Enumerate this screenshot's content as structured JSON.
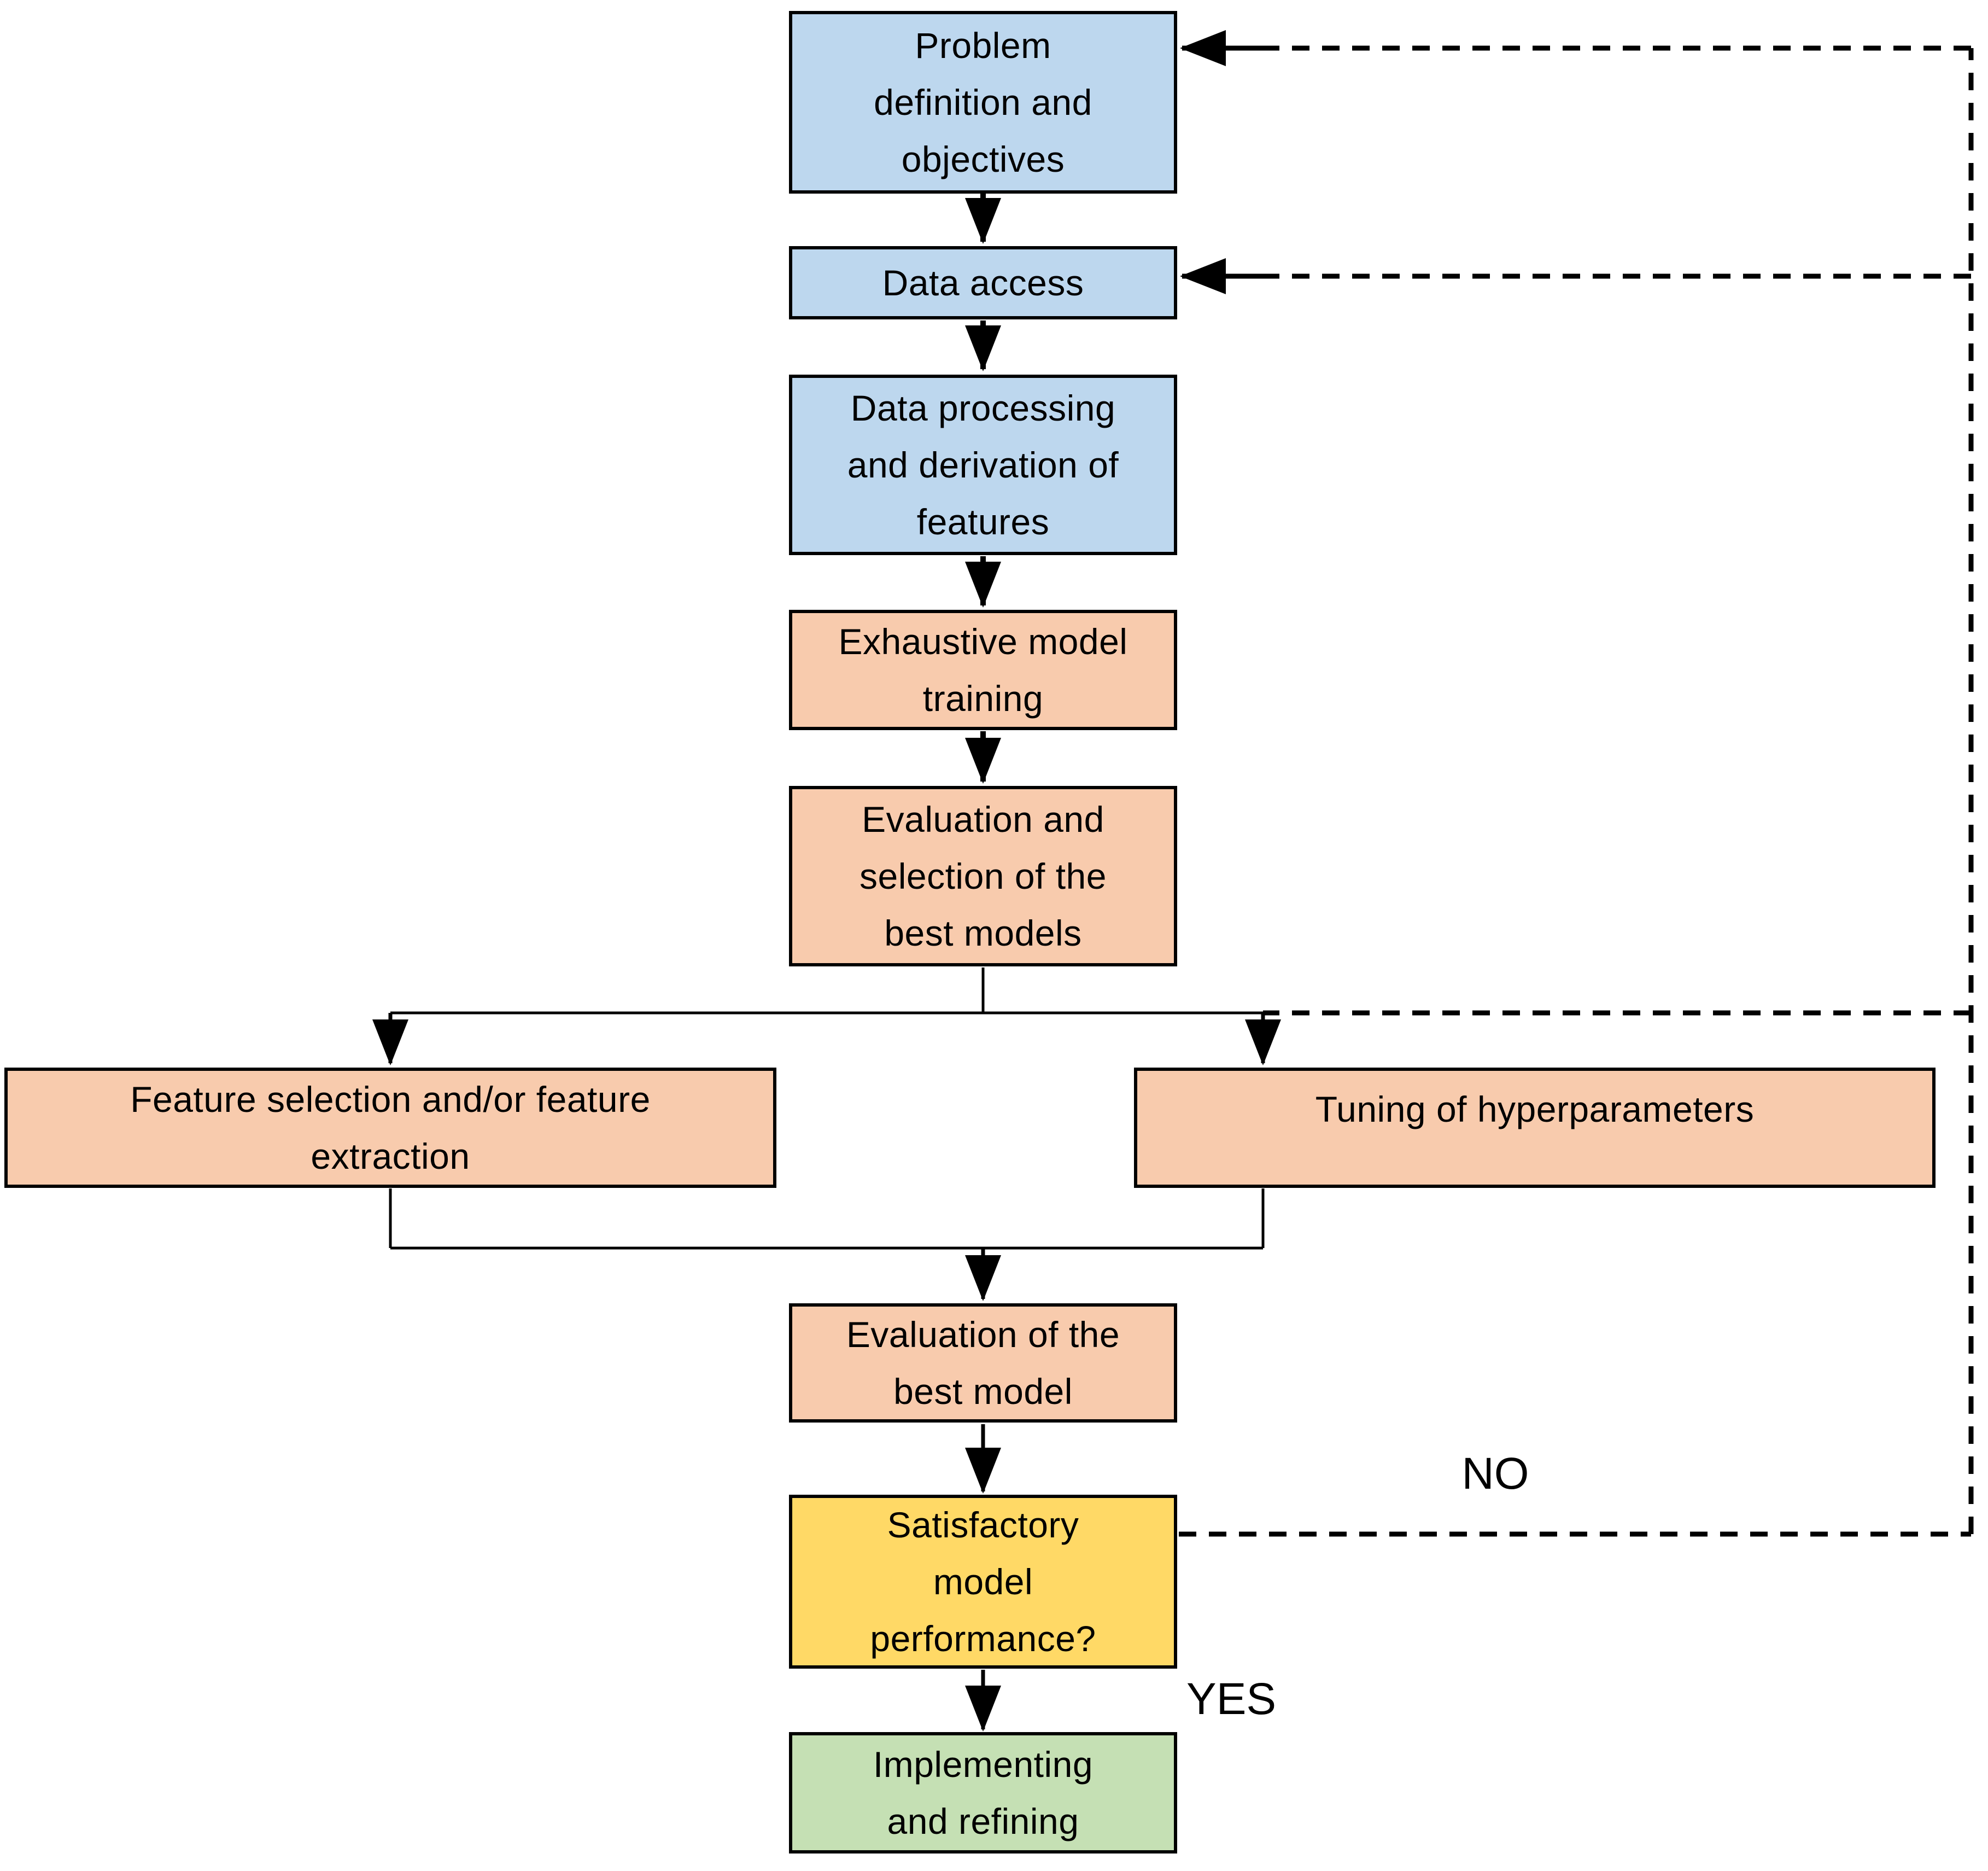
{
  "figure": {
    "type": "flowchart",
    "description": "Machine learning workflow flowchart with feedback loops",
    "background": "#ffffff",
    "line_color": "#000000"
  },
  "palette": {
    "blue": "#BDD7EE",
    "orange": "#F8CBAD",
    "yellow": "#FFD966",
    "green": "#C5E0B4"
  },
  "nodes": [
    {
      "id": "problem-definition",
      "label": "Problem\ndefinition and\nobjectives",
      "fill": "#BDD7EE"
    },
    {
      "id": "data-access",
      "label": "Data access",
      "fill": "#BDD7EE"
    },
    {
      "id": "data-processing",
      "label": "Data processing\nand derivation of\nfeatures",
      "fill": "#BDD7EE"
    },
    {
      "id": "exhaustive-training",
      "label": "Exhaustive model\ntraining",
      "fill": "#F8CBAD"
    },
    {
      "id": "evaluation-selection",
      "label": "Evaluation and\nselection of the\nbest models",
      "fill": "#F8CBAD"
    },
    {
      "id": "feature-selection",
      "label": "Feature selection and/or feature\nextraction",
      "fill": "#F8CBAD"
    },
    {
      "id": "hyperparameter-tuning",
      "label": "Tuning of hyperparameters",
      "fill": "#F8CBAD"
    },
    {
      "id": "evaluation-best-model",
      "label": "Evaluation of the\nbest model",
      "fill": "#F8CBAD"
    },
    {
      "id": "satisfactory-check",
      "label": "Satisfactory\nmodel\nperformance?",
      "fill": "#FFD966"
    },
    {
      "id": "implementing-refining",
      "label": "Implementing\nand refining",
      "fill": "#C5E0B4"
    }
  ],
  "labels": {
    "no": "NO",
    "yes": "YES"
  }
}
